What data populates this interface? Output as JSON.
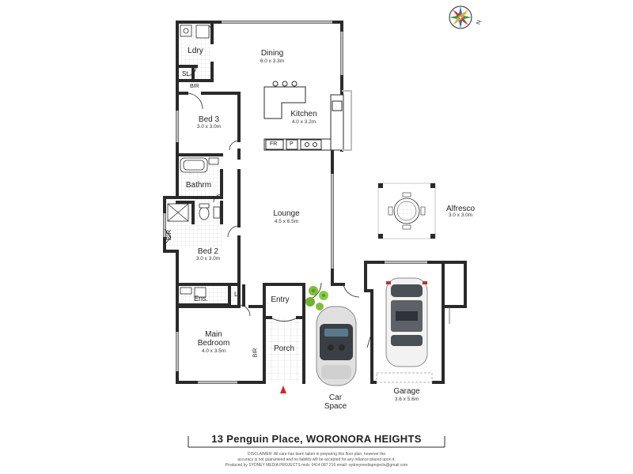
{
  "rooms": {
    "ldry": {
      "name": "Ldry"
    },
    "st": {
      "name": "St"
    },
    "bir_top": {
      "name": "BIR"
    },
    "dining": {
      "name": "Dining",
      "size": "6.0 x 3.3m"
    },
    "kitchen": {
      "name": "Kitchen",
      "size": "4.0 x 3.2m"
    },
    "bed3": {
      "name": "Bed 3",
      "size": "3.0 x 3.0m"
    },
    "fr": {
      "name": "FR"
    },
    "p": {
      "name": "P"
    },
    "bathrm": {
      "name": "Bathrm"
    },
    "lounge": {
      "name": "Lounge",
      "size": "4.5 x 6.5m"
    },
    "alfresco": {
      "name": "Alfresco",
      "size": "3.0 x 3.0m"
    },
    "bir_mid": {
      "name": "BIR"
    },
    "bed2": {
      "name": "Bed 2",
      "size": "3.0 x 3.0m"
    },
    "ens": {
      "name": "Ens."
    },
    "l": {
      "name": "L"
    },
    "entry": {
      "name": "Entry"
    },
    "main_bedroom": {
      "name": "Main\nBedroom",
      "size": "4.0 x 3.5m"
    },
    "bir_main": {
      "name": "BIR"
    },
    "porch": {
      "name": "Porch"
    },
    "car_space": {
      "name": "Car\nSpace"
    },
    "garage": {
      "name": "Garage",
      "size": "3.6 x 5.6m"
    }
  },
  "compass": {
    "label": "N"
  },
  "footer": {
    "title": "13 Penguin Place, WORONORA HEIGHTS",
    "disclaimer_line1": "DISCLAIMER: All care has been taken in preparing this floor plan, however the",
    "disclaimer_line2": "accuracy is not guaranteed and no liability will be accepted for any reliance placed upon it.",
    "disclaimer_line3": "Produced by SYDNEY MEDIA PROJECTS mob: 0414 087 216 email: sydneymediaprojects@gmail.com"
  },
  "colors": {
    "wall": "#2a2a2a",
    "window": "#bfbfbf",
    "hedge": "#7bbf3a",
    "arrow": "#e02020"
  }
}
